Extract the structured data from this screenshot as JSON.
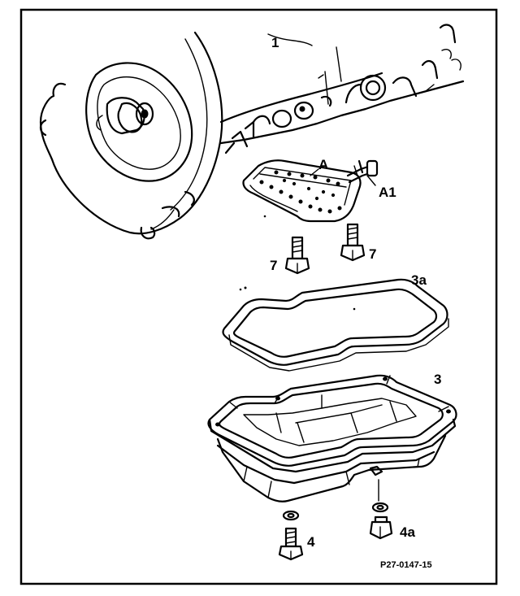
{
  "figure_code": "P27-0147-15",
  "callouts": {
    "transmission": "1",
    "filter": "A",
    "filter_seal": "A1",
    "screw_left": "7",
    "screw_right": "7",
    "gasket": "3a",
    "oil_pan": "3",
    "drain_screw": "4",
    "drain_seal": "4a"
  }
}
